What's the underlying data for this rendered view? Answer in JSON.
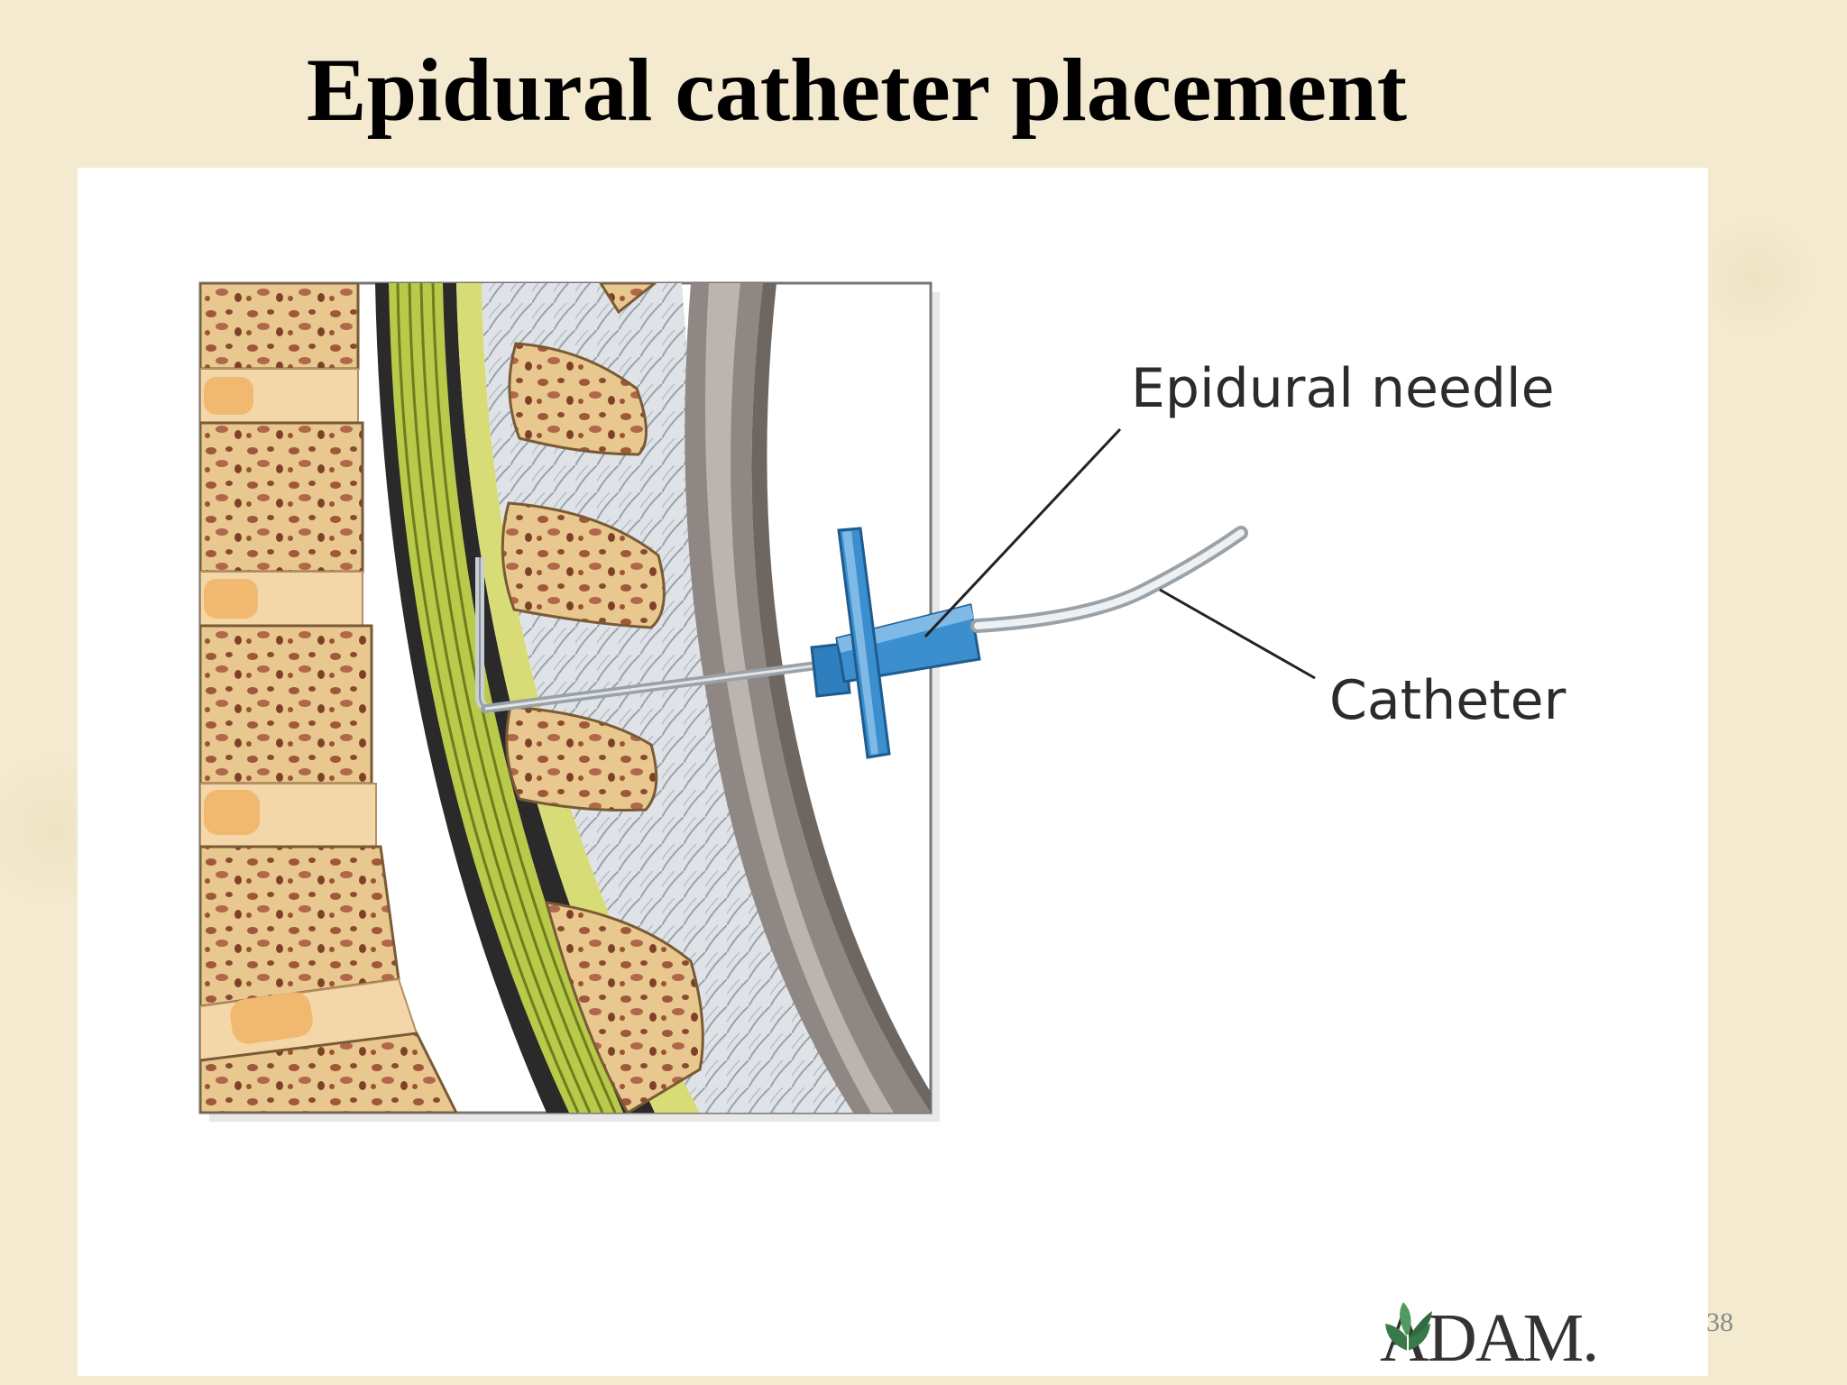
{
  "title": "Epidural catheter placement",
  "labels": {
    "needle": "Epidural needle",
    "catheter": "Catheter"
  },
  "logo": {
    "text": "ADAM.",
    "icon": "leaf-icon"
  },
  "slide_number": "38",
  "colors": {
    "background": "#f4ead0",
    "bone": "#e8c78e",
    "spinal_cord": "#b9c94a",
    "needle_hub": "#3b8fcf",
    "catheter": "#c9cfd4"
  }
}
